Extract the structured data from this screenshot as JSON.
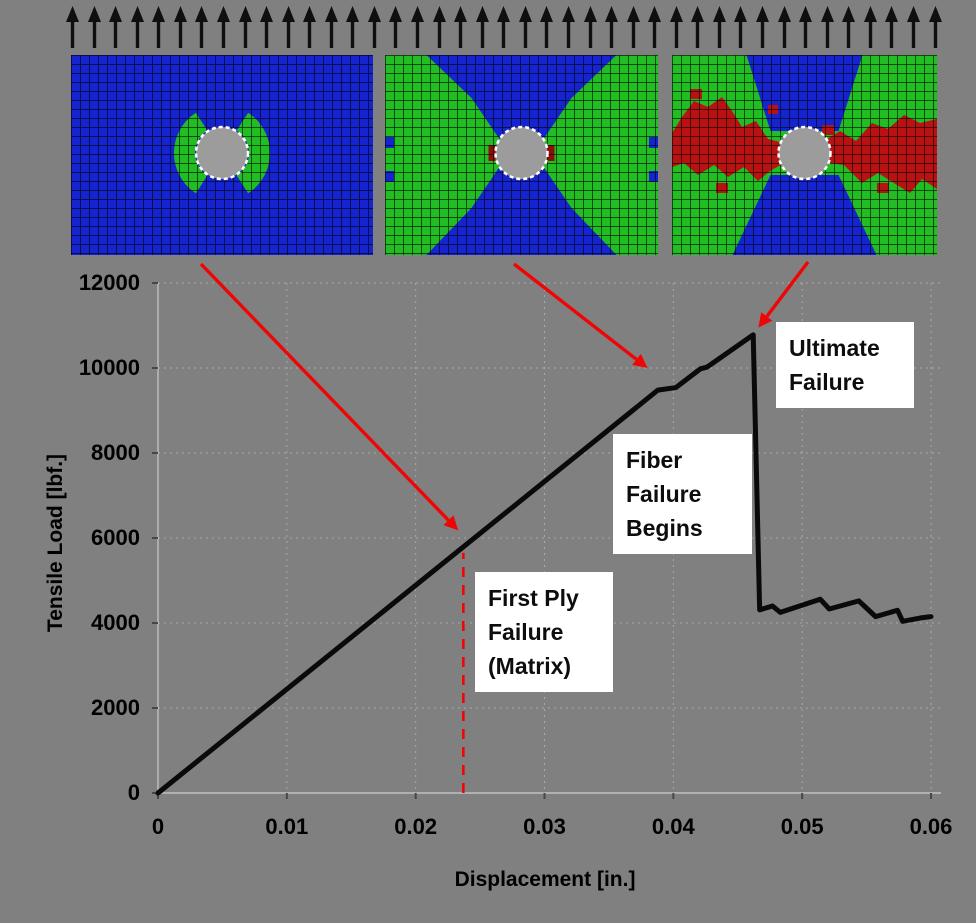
{
  "background_color": "#808080",
  "top_load_arrows": {
    "count": 41,
    "color": "#0f0f0f",
    "meaning": "applied tensile load direction (upward)"
  },
  "fea_meshes": [
    {
      "id": "mesh-first-ply-failure",
      "stage": "matrix damage at hole edge",
      "colors": {
        "field": "#1524cf",
        "damage": "#22bd22",
        "hole": "#9c9c9c",
        "rim": "#ffffff"
      }
    },
    {
      "id": "mesh-fiber-failure",
      "stage": "matrix damage spread, fiber failure starting",
      "colors": {
        "field": "#22bd22",
        "secondary": "#1524cf",
        "damage": "#8d0b0b",
        "hole": "#9c9c9c",
        "rim": "#ffffff"
      }
    },
    {
      "id": "mesh-ultimate-failure",
      "stage": "fiber failure band across net section",
      "colors": {
        "field": "#22bd22",
        "secondary": "#1524cf",
        "damage": "#b81212",
        "hole": "#9c9c9c",
        "rim": "#ffffff"
      }
    }
  ],
  "chart_data": {
    "type": "line",
    "title": "",
    "xlabel": "Displacement [in.]",
    "ylabel": "Tensile Load [lbf.]",
    "xlim": [
      0,
      0.06
    ],
    "ylim": [
      0,
      12000
    ],
    "x_ticks": [
      "0",
      "0.01",
      "0.02",
      "0.03",
      "0.04",
      "0.05",
      "0.06"
    ],
    "y_ticks": [
      "0",
      "2000",
      "4000",
      "6000",
      "8000",
      "10000",
      "12000"
    ],
    "grid": "dotted",
    "legend": "none",
    "line_color": "#0a0a0a",
    "accent_color": "#f00505",
    "series": [
      {
        "name": "tensile load vs displacement",
        "points": [
          [
            0,
            0
          ],
          [
            0.0388,
            9480
          ],
          [
            0.0402,
            9540
          ],
          [
            0.0421,
            9980
          ],
          [
            0.0426,
            10020
          ],
          [
            0.0429,
            10080
          ],
          [
            0.0462,
            10780
          ],
          [
            0.0467,
            4310
          ],
          [
            0.0477,
            4400
          ],
          [
            0.0483,
            4250
          ],
          [
            0.0514,
            4560
          ],
          [
            0.0521,
            4330
          ],
          [
            0.0544,
            4520
          ],
          [
            0.0557,
            4150
          ],
          [
            0.0574,
            4300
          ],
          [
            0.0578,
            4040
          ],
          [
            0.0592,
            4120
          ],
          [
            0.06,
            4150
          ]
        ]
      }
    ],
    "first_ply_marker": {
      "x": 0.0237,
      "load_top": 5650,
      "style": "dashed",
      "color": "#f00505"
    },
    "annotations": [
      {
        "id": "first-ply",
        "text": "First Ply\nFailure\n(Matrix)",
        "points_to": {
          "x": 0.0233,
          "load": 6180
        }
      },
      {
        "id": "fiber",
        "text": "Fiber\nFailure\nBegins",
        "points_to": {
          "x": 0.038,
          "load": 10000
        }
      },
      {
        "id": "ultimate",
        "text": "Ultimate\nFailure",
        "points_to": {
          "x": 0.0466,
          "load": 10950
        }
      }
    ]
  }
}
